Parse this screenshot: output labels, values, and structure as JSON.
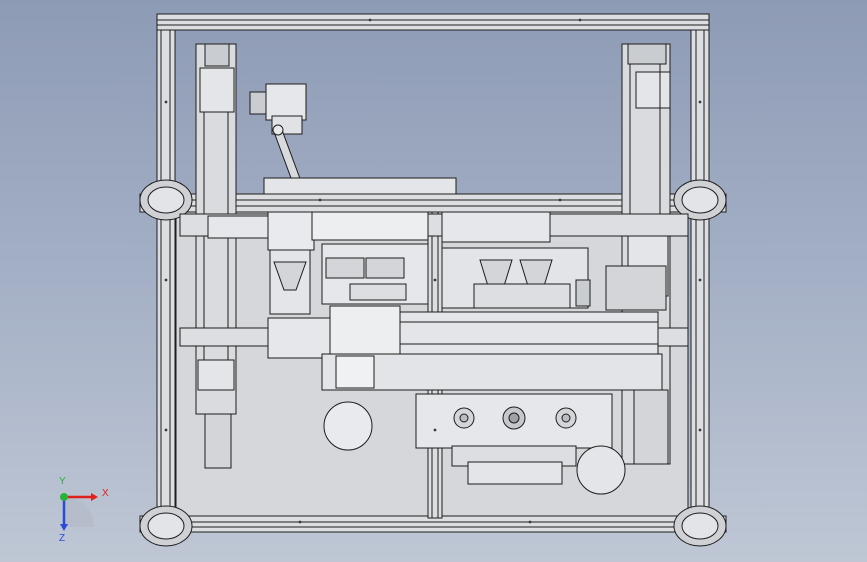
{
  "triad": {
    "x_label": "X",
    "y_label": "Y",
    "z_label": "Z",
    "colors": {
      "x": "#e0211b",
      "y": "#27b23a",
      "z": "#2b4ad8"
    }
  }
}
